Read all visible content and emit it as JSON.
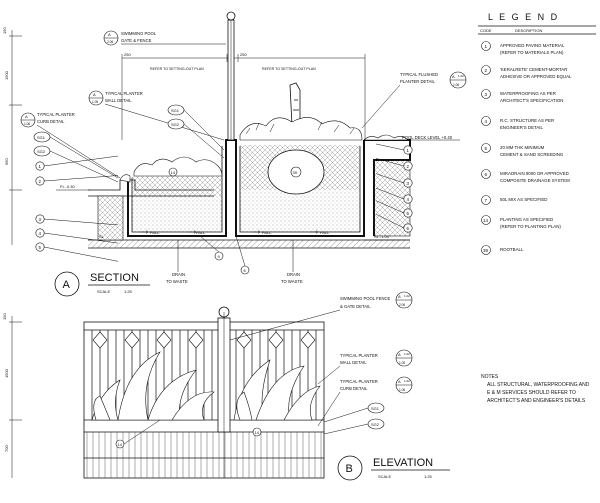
{
  "legend": {
    "title": "L E G E N D",
    "col_code": "CODE",
    "col_description": "DESCRIPTION",
    "items": [
      {
        "code": "1",
        "lines": [
          "APPROVED PAVING MATERIAL",
          "(REFER TO MATERIALS PLAN)"
        ]
      },
      {
        "code": "2",
        "lines": [
          "'KERALRETE' CEMENT-MORTAR",
          "ADHESIVE OR APPROVED EQUAL"
        ]
      },
      {
        "code": "3",
        "lines": [
          "WATERPROOFING AS PER",
          "ARCHITECT'S SPECIFICATION"
        ]
      },
      {
        "code": "4",
        "lines": [
          "R.C. STRUCTURE AS PER",
          "ENGINEER'S DETAIL"
        ]
      },
      {
        "code": "5",
        "lines": [
          "20 MM THK MINIMUM",
          "CEMENT & SAND SCREEDING"
        ]
      },
      {
        "code": "6",
        "lines": [
          "MIRADRAIN 9000 OR APPROVED",
          "COMPOSITE DRAINAGE SYSTEM"
        ]
      },
      {
        "code": "7",
        "lines": [
          "50L MIX AS SPECIFIED"
        ]
      },
      {
        "code": "14",
        "lines": [
          "PLANTING AS SPECIFIED",
          "(REFER TO PLANTING PLAN)"
        ]
      },
      {
        "code": "39",
        "lines": [
          "ROOTBALL"
        ]
      }
    ]
  },
  "notes": {
    "title": "NOTES",
    "lines": [
      "ALL STRUCTURAL, WATERPROOFING AND",
      "E & M SERVICES SHOULD REFER TO",
      "ARCHITECT'S AND ENGINEER'S DETAILS"
    ]
  },
  "section": {
    "letter": "A",
    "title": "SECTION",
    "scale": "SCALE",
    "scale_value": "1:25",
    "labels": {
      "pool_gate": [
        "SWIMMING POOL",
        "GATE & FENCE"
      ],
      "pool_gate_ref": [
        "A",
        "1.02",
        "2.06"
      ],
      "wall_detail": [
        "TYPICAL PLANTER",
        "WALL DETAIL"
      ],
      "wall_ref": [
        "A",
        "1.05"
      ],
      "curb_detail": [
        "TYPICAL PLANTER",
        "CURB DETAIL"
      ],
      "curb_ref": [
        "A",
        "1.06"
      ],
      "flushed_planter": [
        "TYPICAL FLUSHED",
        "PLANTER DETAIL"
      ],
      "flushed_ref": [
        "A",
        "1.02",
        "1.06"
      ],
      "pool_deck": "POOL DECK LEVEL +0.40",
      "fl_left": "FL -0.30",
      "sl_left": "SL",
      "sl_right": "SL -1.00",
      "dim_left": [
        "REFER TO SETTING-OUT PLAN"
      ],
      "dim_right": [
        "REFER TO SETTING-OUT PLAN"
      ],
      "dim_250": "250",
      "sg1": "SG1",
      "sg2": "SG2",
      "fall": "FALL",
      "drain": [
        "DRAIN",
        "TO WASTE"
      ],
      "height_1": "1500",
      "height_2": "950",
      "height_top": "150",
      "rootball": "39",
      "plant": "14"
    }
  },
  "elevation": {
    "letter": "B",
    "title": "ELEVATION",
    "scale": "SCALE",
    "scale_value": "1:25",
    "labels": {
      "pool_fence": [
        "SWIMMING POOL FENCE",
        "& GATE DETAIL"
      ],
      "fence_ref": [
        "A",
        "1.02",
        "2.06"
      ],
      "wall_detail": [
        "TYPICAL PLANTER",
        "WALL DETAIL"
      ],
      "wall_ref": [
        "A",
        "1.02",
        "1.05"
      ],
      "curb_detail": [
        "TYPICAL PLANTER",
        "CURB DETAIL"
      ],
      "curb_ref": [
        "A",
        "1.02",
        "1.06"
      ],
      "sg1": "SG1",
      "sg2": "SG2",
      "plant": "14",
      "height_1": "1500",
      "height_2": "700",
      "height_top": "150"
    }
  }
}
